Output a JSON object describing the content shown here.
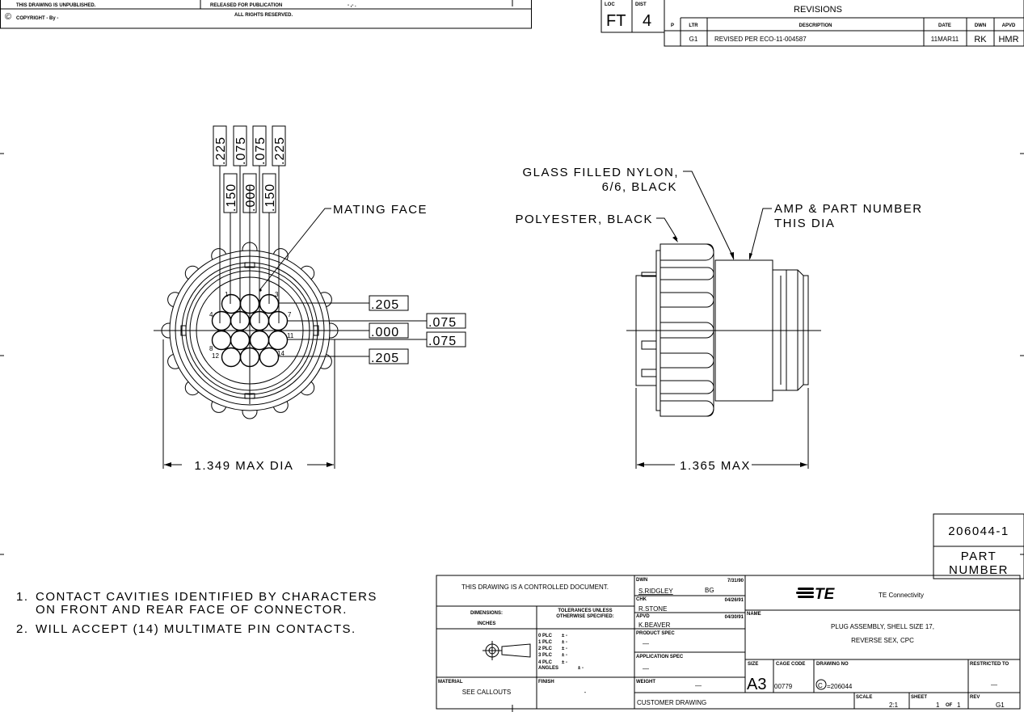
{
  "header": {
    "unpublished": "THIS DRAWING IS UNPUBLISHED.",
    "released": "RELEASED FOR PUBLICATION",
    "released_value": "- ,-   .",
    "copyright_symbol": "©",
    "copyright": "COPYRIGHT  -     By  -",
    "rights": "ALL RIGHTS RESERVED."
  },
  "loc": {
    "label": "LOC",
    "value": "FT"
  },
  "dist": {
    "label": "DIST",
    "value": "4"
  },
  "revisions": {
    "title": "REVISIONS",
    "columns": [
      "P",
      "LTR",
      "DESCRIPTION",
      "DATE",
      "DWN",
      "APVD"
    ],
    "rows": [
      {
        "p": "",
        "ltr": "G1",
        "description": "REVISED PER ECO-11-004587",
        "date": "11MAR11",
        "dwn": "RK",
        "apvd": "HMR"
      }
    ]
  },
  "front_view": {
    "top_dims_upper": [
      ".225",
      ".075",
      ".075",
      ".225"
    ],
    "top_dims_lower": [
      ".150",
      ".000",
      ".150"
    ],
    "right_dims": [
      ".205",
      ".075",
      ".000",
      ".075",
      ".205"
    ],
    "mating_face": "MATING FACE",
    "pin_labels": [
      "1",
      "3",
      "4",
      "7",
      "8",
      "11",
      "12",
      "14"
    ],
    "diameter": "1.349 MAX DIA"
  },
  "side_view": {
    "glass_1": "GLASS FILLED NYLON,",
    "glass_2": "6/6, BLACK",
    "polyester": "POLYESTER, BLACK",
    "amp_1": "AMP & PART NUMBER",
    "amp_2": "THIS DIA",
    "length": "1.365 MAX"
  },
  "part_number": {
    "value": "206044-1",
    "label_1": "PART",
    "label_2": "NUMBER"
  },
  "notes": [
    {
      "num": "1.",
      "line1": "CONTACT CAVITIES IDENTIFIED BY CHARACTERS",
      "line2": "ON FRONT AND REAR FACE OF CONNECTOR."
    },
    {
      "num": "2.",
      "line1": "WILL ACCEPT (14) MULTIMATE PIN CONTACTS."
    }
  ],
  "title_block": {
    "controlled": "THIS DRAWING IS A CONTROLLED DOCUMENT.",
    "dimensions_label": "DIMENSIONS:",
    "dimensions_value": "INCHES",
    "tolerances_1": "TOLERANCES UNLESS",
    "tolerances_2": "OTHERWISE SPECIFIED:",
    "tolerances": [
      {
        "label": "0  PLC",
        "value": "± -"
      },
      {
        "label": "1  PLC",
        "value": "± -"
      },
      {
        "label": "2  PLC",
        "value": "± -"
      },
      {
        "label": "3  PLC",
        "value": "± -"
      },
      {
        "label": "4  PLC",
        "value": "± -"
      },
      {
        "label": "ANGLES",
        "value": "± -"
      }
    ],
    "material_label": "MATERIAL",
    "material_value": "SEE CALLOUTS",
    "finish_label": "FINISH",
    "finish_value": "-",
    "dwn_label": "DWN",
    "dwn_name": "S.RIDGLEY",
    "dwn_initials": "BG",
    "dwn_date": "7/31/90",
    "chk_label": "CHK",
    "chk_name": "R.STONE",
    "chk_date": "04/26/91",
    "apvd_label": "APVD",
    "apvd_name": "K.BEAVER",
    "apvd_date": "04/30/91",
    "product_spec_label": "PRODUCT SPEC",
    "product_spec_value": "—",
    "application_spec_label": "APPLICATION SPEC",
    "application_spec_value": "—",
    "weight_label": "WEIGHT",
    "weight_value": "—",
    "customer_drawing": "CUSTOMER DRAWING",
    "logo_text": "TE",
    "company": "TE Connectivity",
    "name_label": "NAME",
    "name_1": "PLUG ASSEMBLY, SHELL SIZE 17,",
    "name_2": "REVERSE SEX, CPC",
    "size_label": "SIZE",
    "size_value": "A3",
    "cage_label": "CAGE CODE",
    "cage_value": "00779",
    "drawing_no_label": "DRAWING NO",
    "drawing_no_prefix": "C",
    "drawing_no_value": "=206044",
    "restricted_label": "RESTRICTED TO",
    "restricted_value": "—",
    "scale_label": "SCALE",
    "scale_value": "2:1",
    "sheet_label": "SHEET",
    "sheet_value": "1",
    "sheet_of": "OF",
    "sheet_total": "1",
    "rev_label": "REV",
    "rev_value": "G1"
  }
}
